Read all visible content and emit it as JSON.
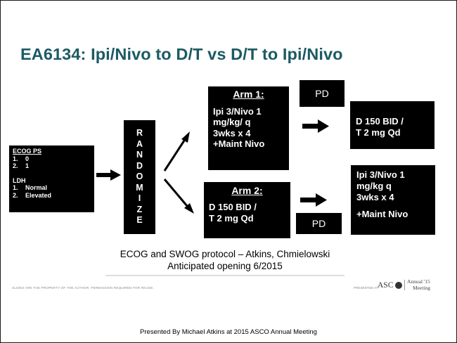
{
  "slide": {
    "title": "EA6134: Ipi/Nivo to D/T vs D/T to Ipi/Nivo",
    "stratification": {
      "ecog_label": "ECOG PS",
      "ecog_items": [
        {
          "num": "1.",
          "text": "0"
        },
        {
          "num": "2.",
          "text": "1"
        }
      ],
      "ldh_label": "LDH",
      "ldh_items": [
        {
          "num": "1.",
          "text": "Normal"
        },
        {
          "num": "2.",
          "text": "Elevated"
        }
      ]
    },
    "randomize_letters": [
      "R",
      "A",
      "N",
      "D",
      "O",
      "M",
      "I",
      "Z",
      "E"
    ],
    "arm1": {
      "heading": "Arm 1:",
      "lines": [
        "Ipi 3/Nivo 1",
        "mg/kg/ q",
        "3wks x 4",
        "+Maint Nivo"
      ]
    },
    "arm2": {
      "heading": "Arm 2:",
      "lines": [
        "D 150 BID /",
        "T 2 mg Qd"
      ]
    },
    "pd_label": "PD",
    "pd_label_2": "PD",
    "arm1_crossover": {
      "lines": [
        "D 150 BID /",
        "T 2 mg Qd"
      ]
    },
    "arm2_crossover": {
      "lines": [
        "Ipi 3/Nivo 1",
        "mg/kg q",
        "3wks x 4"
      ],
      "extra": "+Maint Nivo"
    },
    "protocol_line1": "ECOG and SWOG protocol – Atkins, Chmielowski",
    "protocol_line2": "Anticipated opening 6/2015"
  },
  "branding": {
    "copyright": "SLIDES ARE THE PROPERTY OF THE AUTHOR. PERMISSION REQUIRED FOR REUSE.",
    "presented_at": "PRESENTED AT:",
    "logo_text": "ASC",
    "annual_line1": "Annual '15",
    "annual_line2": "Meeting"
  },
  "footer": "Presented By Michael Atkins at 2015 ASCO Annual Meeting",
  "colors": {
    "title": "#1c5a63",
    "box": "#000000"
  }
}
